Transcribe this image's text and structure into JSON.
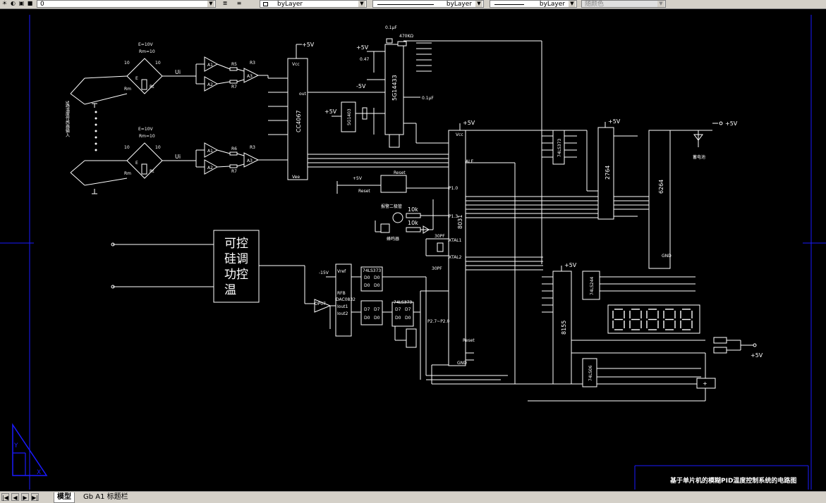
{
  "toolbar": {
    "layer_value": "0",
    "color_value": "byLayer",
    "linetype_value": "byLayer",
    "lineweight_value": "byLayer",
    "plotstyle_value": "随颜色"
  },
  "tabs": {
    "model": "模型",
    "layout1": "Gb A1 标题栏"
  },
  "drawing": {
    "supply_pos": "+5V",
    "supply_neg": "-5V",
    "supply_neg15": "-15V",
    "bridge_voltage": "E=10V",
    "bridge_top_resistor": "Rm=10",
    "bridge_side_left": "10",
    "bridge_side_right": "10",
    "bridge_rm": "Rm",
    "bridge_rt": "Rt",
    "bridge_e": "E",
    "ui_label": "Ui",
    "r5": "R5",
    "r6": "R6",
    "r7": "R7",
    "r3": "R3",
    "a1": "A1",
    "a2": "A2",
    "a3": "A3",
    "input_label": "5路温度传感器输入",
    "mux_chip": "CC4067",
    "mux_vcc": "Vcc",
    "mux_vee": "Vee",
    "mux_out": "out",
    "adc_chip": "5G14433",
    "ref_chip": "5G1403",
    "cap_01uf_top": "0.1μF",
    "res_470k": "470KΩ",
    "cap_047": "0.47",
    "cap_01uf_mid": "0.1μF",
    "mcu_chip": "8031",
    "mcu_vcc": "Vcc",
    "mcu_ale": "ALE",
    "mcu_p10": "P1.0",
    "mcu_p13": "P1.3",
    "mcu_xtal1": "XTAL1",
    "mcu_xtal2": "XTAL2",
    "mcu_reset": "Reset",
    "mcu_gnd": "GND",
    "latch_chip": "74LS373",
    "eprom_chip": "2764",
    "ram_chip": "6264",
    "ram_gnd": "GND",
    "io_chip": "8155",
    "decoder_chip": "74LS244",
    "driver_chip": "74LS06",
    "dac_chip": "DAC0832",
    "dac_vref": "Vref",
    "dac_rfb": "RFB",
    "dac_iout1": "Iout1",
    "dac_iout2": "Iout2",
    "opamp": "OP07",
    "latch_d0": "D0",
    "latch_d7": "D7",
    "pb_label": "P2.7~P2.0",
    "res_10k_a": "10k",
    "res_10k_b": "10k",
    "cap_30pf_a": "30PF",
    "cap_30pf_b": "30PF",
    "reset_label": "Reset",
    "buzzer_label": "蜂鸣器",
    "alarm_label": "报警二极管",
    "battery_label": "蓄电池",
    "scr_line1": "可控",
    "scr_line2": "硅调",
    "scr_line3": "功控",
    "scr_line4": "温",
    "title_block": "基于单片机的模糊PID温度控制系统的电路图"
  }
}
